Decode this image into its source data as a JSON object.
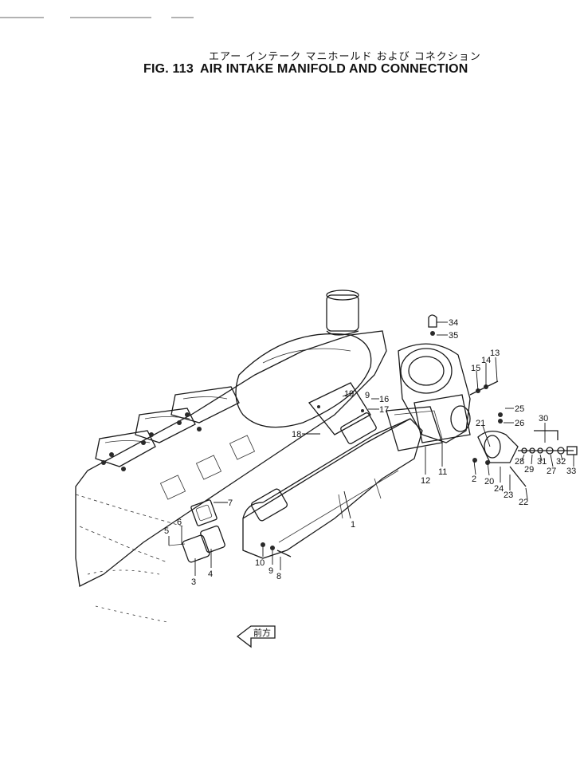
{
  "header": {
    "title_jp": "エアー インテーク マニホールド および コネクション",
    "fig_number": "FIG. 113",
    "title_en": "AIR INTAKE MANIFOLD AND CONNECTION"
  },
  "direction_arrow_label": "前方",
  "callouts": [
    {
      "id": "c1",
      "label": "1"
    },
    {
      "id": "c2",
      "label": "2"
    },
    {
      "id": "c3",
      "label": "3"
    },
    {
      "id": "c4",
      "label": "4"
    },
    {
      "id": "c5",
      "label": "5"
    },
    {
      "id": "c6",
      "label": "6"
    },
    {
      "id": "c7",
      "label": "7"
    },
    {
      "id": "c8",
      "label": "8"
    },
    {
      "id": "c9",
      "label": "9"
    },
    {
      "id": "c10",
      "label": "10"
    },
    {
      "id": "c11",
      "label": "11"
    },
    {
      "id": "c12",
      "label": "12"
    },
    {
      "id": "c13",
      "label": "13"
    },
    {
      "id": "c14",
      "label": "14"
    },
    {
      "id": "c15",
      "label": "15"
    },
    {
      "id": "c16",
      "label": "16"
    },
    {
      "id": "c17",
      "label": "17"
    },
    {
      "id": "c18",
      "label": "18"
    },
    {
      "id": "c19",
      "label": "19"
    },
    {
      "id": "c20",
      "label": "20"
    },
    {
      "id": "c21",
      "label": "21"
    },
    {
      "id": "c22",
      "label": "22"
    },
    {
      "id": "c23",
      "label": "23"
    },
    {
      "id": "c24",
      "label": "24"
    },
    {
      "id": "c25",
      "label": "25"
    },
    {
      "id": "c26",
      "label": "26"
    },
    {
      "id": "c27",
      "label": "27"
    },
    {
      "id": "c28",
      "label": "28"
    },
    {
      "id": "c29",
      "label": "29"
    },
    {
      "id": "c30",
      "label": "30"
    },
    {
      "id": "c31",
      "label": "31"
    },
    {
      "id": "c32",
      "label": "32"
    },
    {
      "id": "c33",
      "label": "33"
    },
    {
      "id": "c34",
      "label": "34"
    },
    {
      "id": "c35",
      "label": "35"
    },
    {
      "id": "c9b",
      "label": "9"
    }
  ]
}
